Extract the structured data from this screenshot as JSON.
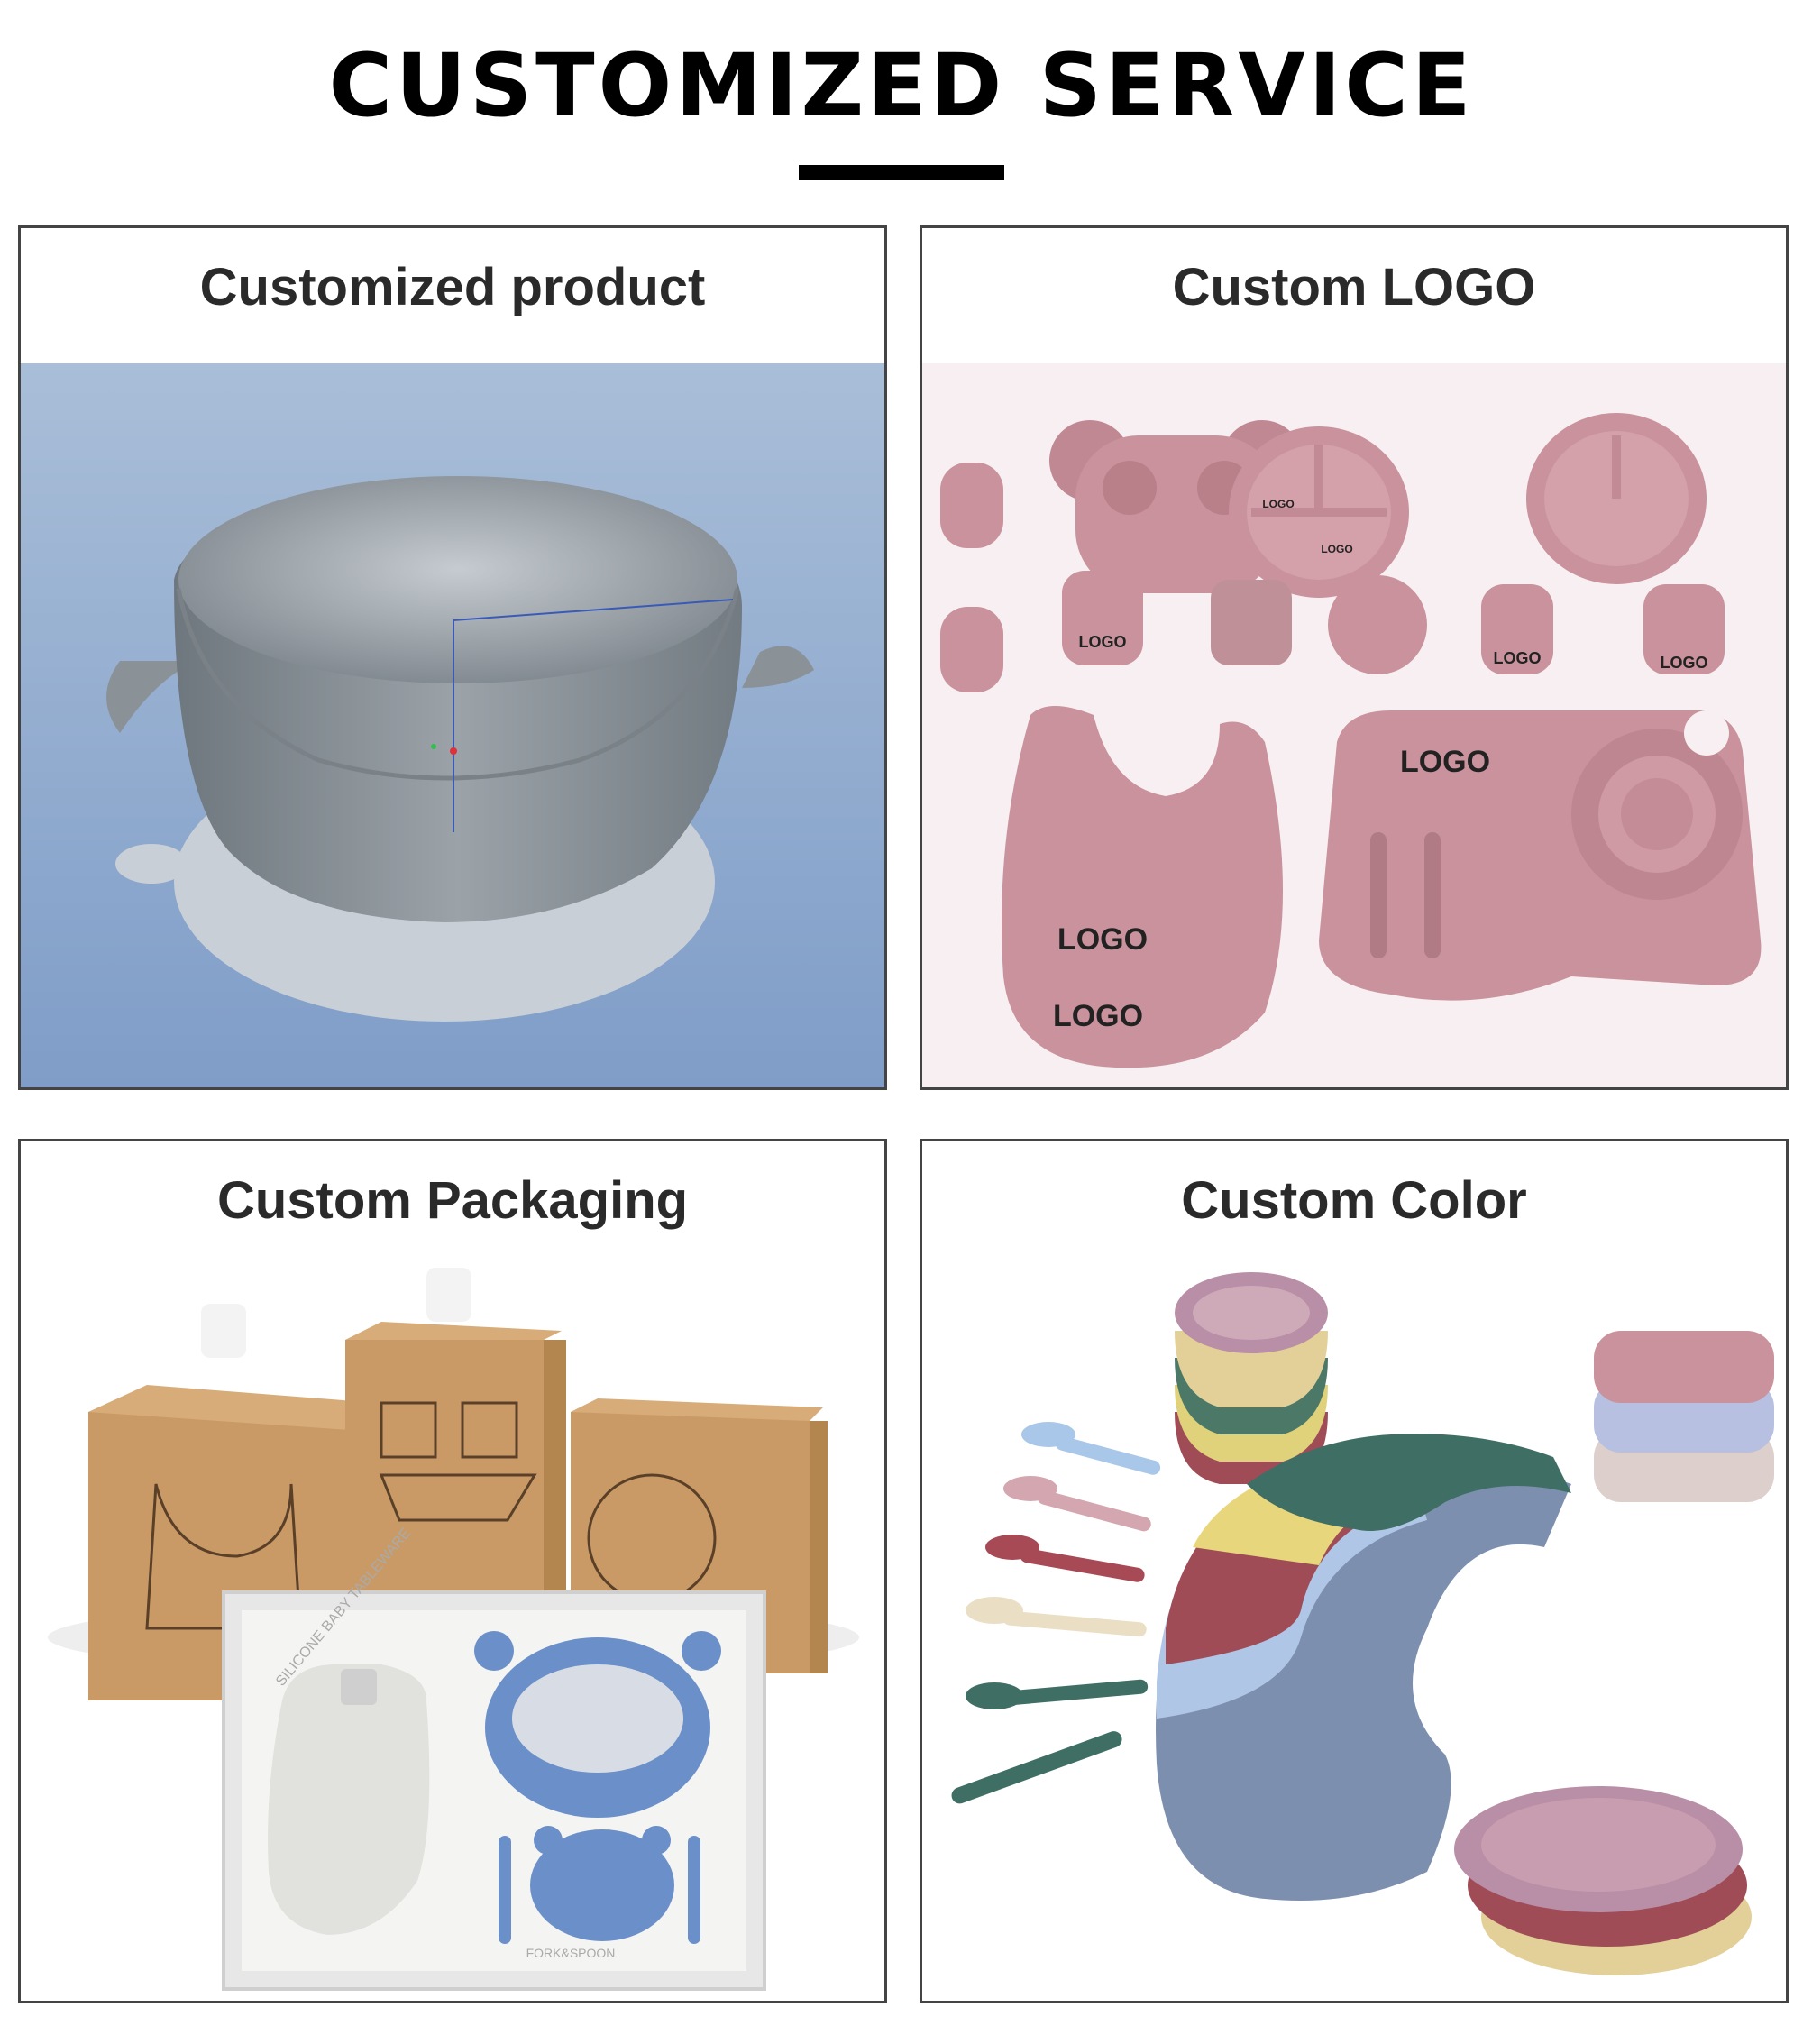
{
  "header": {
    "title": "CUSTOMIZED SERVICE"
  },
  "panels": [
    {
      "title": "Customized product"
    },
    {
      "title": "Custom LOGO",
      "logo_text": "LOGO"
    },
    {
      "title": "Custom Packaging",
      "box_text": "SILICONE BABY TABLEWARE",
      "tray_text": "FORK&SPOON"
    },
    {
      "title": "Custom Color"
    }
  ],
  "colors": {
    "blue_bg_top": "#a9bed8",
    "blue_bg_bottom": "#7f9dc8",
    "bowl_grey": "#8e969d",
    "dusty_pink": "#c9929c",
    "kraft": "#c99a66"
  }
}
